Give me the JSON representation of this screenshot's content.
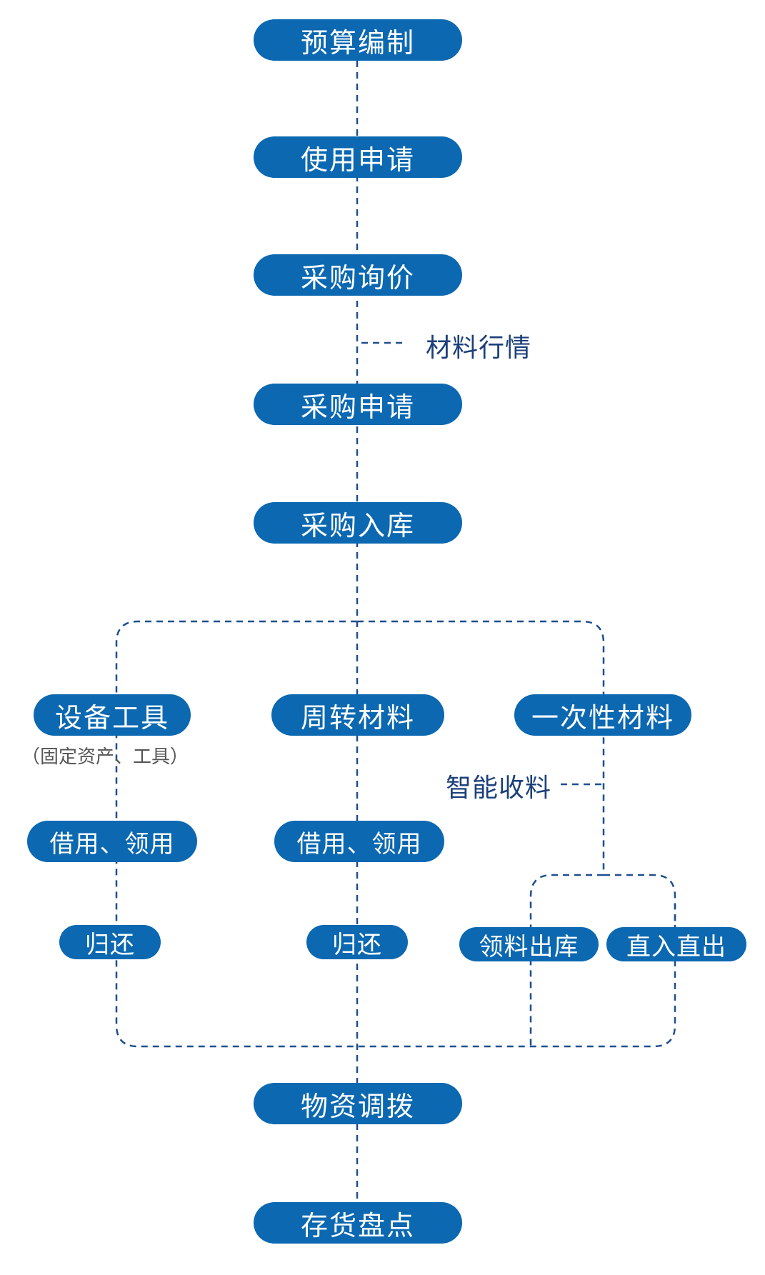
{
  "steps": {
    "budget": "预算编制",
    "apply_use": "使用申请",
    "inquiry": "采购询价",
    "purchase_apply": "采购申请",
    "warehousing": "采购入库",
    "transfer": "物资调拨",
    "inventory": "存货盘点"
  },
  "side_note_material_market": "材料行情",
  "branches": {
    "equipment": {
      "title": "设备工具",
      "subtitle": "（固定资产、工具）",
      "borrow": "借用、领用",
      "return": "归还"
    },
    "turnover": {
      "title": "周转材料",
      "borrow": "借用、领用",
      "return": "归还"
    },
    "consumable": {
      "title": "一次性材料",
      "smart_receive": "智能收料",
      "issue": "领料出库",
      "direct": "直入直出"
    }
  },
  "colors": {
    "pill_fill": "#0b68b1",
    "pill_text": "#ffffff",
    "connector": "#1f4f8f",
    "note_text": "#1b3f7a"
  }
}
